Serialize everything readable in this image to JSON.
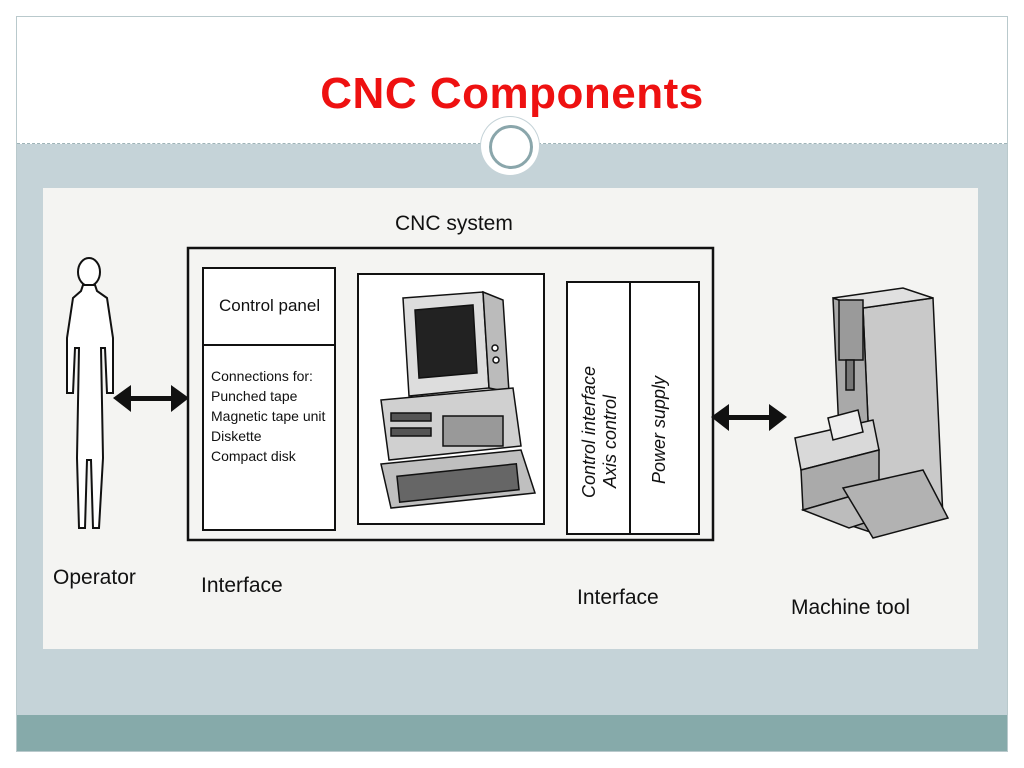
{
  "slide": {
    "title": "CNC Components",
    "colors": {
      "title": "#ee1111",
      "body": "#c5d3d8",
      "footer": "#86aaaa",
      "ornament": "#8aa6ab"
    }
  },
  "diagram": {
    "system_label": "CNC system",
    "operator_label": "Operator",
    "interface_left_label": "Interface",
    "interface_right_label": "Interface",
    "machine_label": "Machine tool",
    "control_panel_label": "Control panel",
    "connections": {
      "heading": "Connections for:",
      "items": [
        "Punched tape",
        "Magnetic tape unit",
        "Diskette",
        "Compact disk"
      ]
    },
    "control_interface_label": "Control interface",
    "axis_control_label": "Axis control",
    "power_supply_label": "Power supply",
    "icons": [
      "operator-figure-icon",
      "computer-icon",
      "machine-tool-icon",
      "double-arrow-icon"
    ]
  }
}
